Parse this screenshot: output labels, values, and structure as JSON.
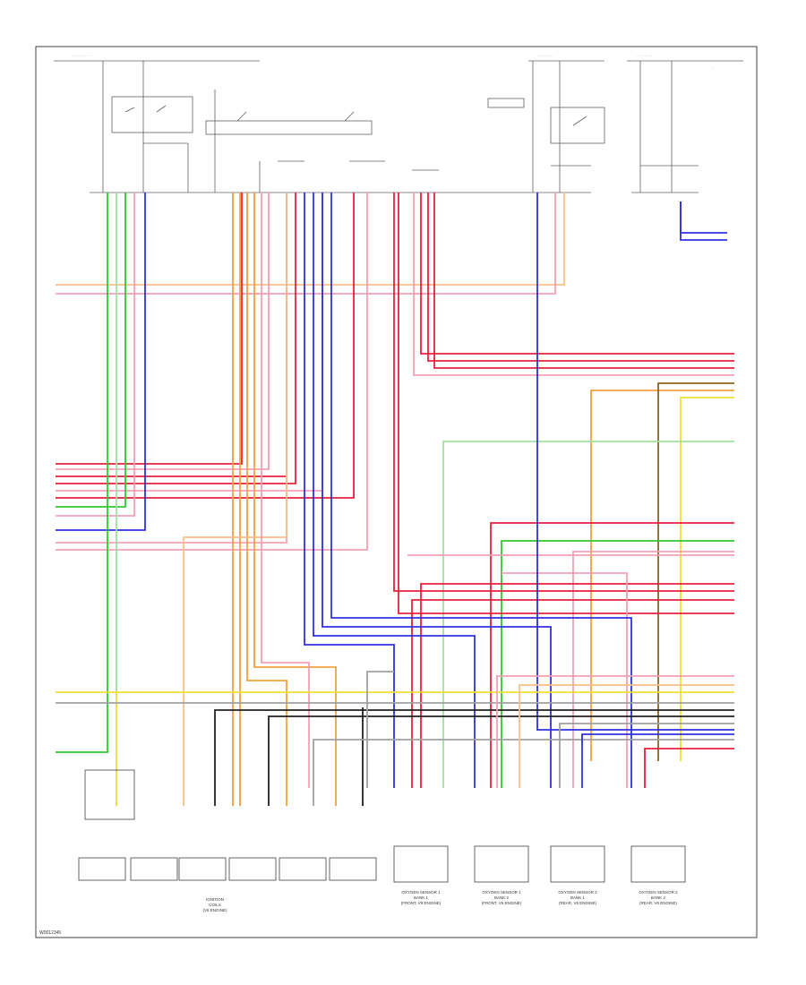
{
  "diagram": {
    "footer_code": "W0012345",
    "colors": {
      "red": "#e8203c",
      "pink": "#f4a0b4",
      "orange": "#f5a03c",
      "light_orange": "#f9c08a",
      "blue": "#3030e0",
      "green": "#30c830",
      "light_green": "#a0e0a0",
      "yellow": "#f0e030",
      "black": "#202020",
      "gray": "#a0a0a0",
      "brown": "#8c6414",
      "violet": "#b070d0",
      "frame": "#404040"
    },
    "ignition_coil_caption": [
      "IGNITION",
      "COILS",
      "(V6 ENGINE)"
    ],
    "sensor_captions": [
      [
        "OXYGEN SENSOR 1",
        "BANK 1",
        "(FRONT, V6 ENGINE)"
      ],
      [
        "OXYGEN SENSOR 1",
        "BANK 2",
        "(FRONT, V6 ENGINE)"
      ],
      [
        "OXYGEN SENSOR 2",
        "BANK 1",
        "(REAR, V6 ENGINE)"
      ],
      [
        "OXYGEN SENSOR 2",
        "BANK 2",
        "(REAR, V6 ENGINE)"
      ]
    ]
  }
}
